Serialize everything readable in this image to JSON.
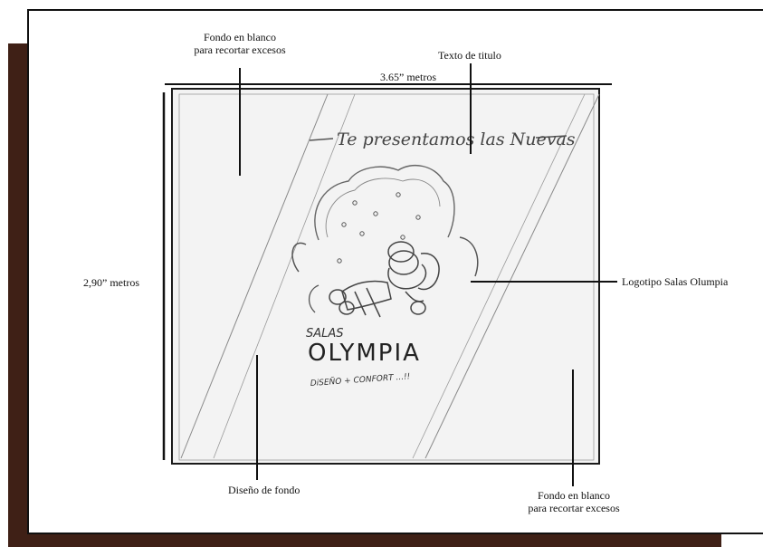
{
  "annotations": {
    "top_left_background": [
      "Fondo en blanco",
      "para recortar excesos"
    ],
    "title_text": "Texto de titulo",
    "width_dimension": "3.65” metros",
    "height_dimension": "2,90” metros",
    "logo": "Logotipo Salas Olumpia",
    "background_design": "Diseño de fondo",
    "bottom_right_background": [
      "Fondo en blanco",
      "para recortar excesos"
    ]
  },
  "sketch": {
    "headline": "Te presentamos las Nuevas",
    "brand_small": "SALAS",
    "brand_main": "OLYMPIA",
    "tagline": "DiSEÑO + CONFORT ...!!"
  },
  "colors": {
    "border_brown": "#3f2016",
    "ink": "#111111",
    "pencil": "#6a6a6a",
    "paper": "#f3f3f3"
  }
}
